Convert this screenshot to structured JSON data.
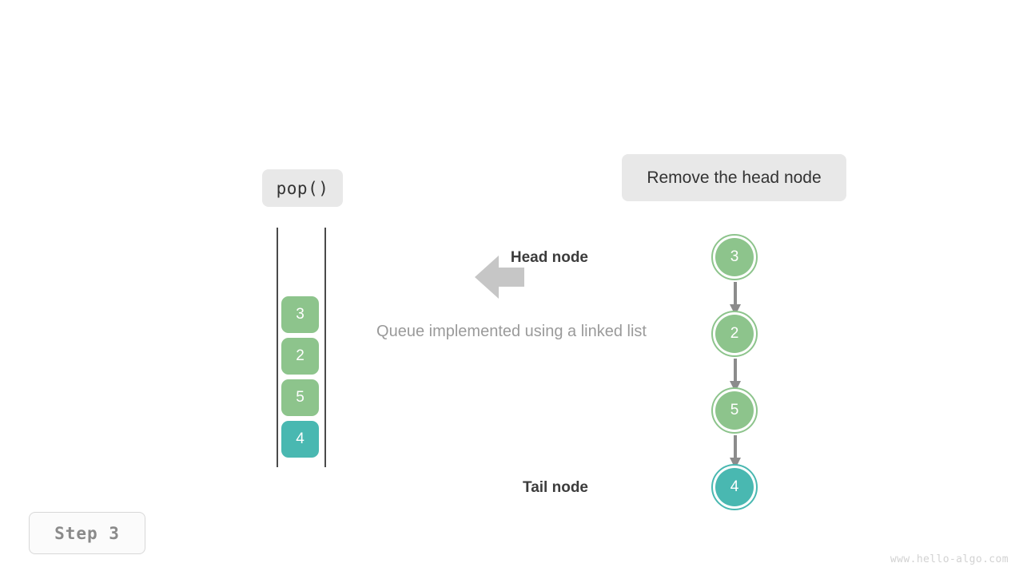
{
  "operation": {
    "call_label": "pop()",
    "description": "Remove the head node"
  },
  "caption": "Queue implemented using a linked list",
  "step_badge": "Step  3",
  "watermark": "www.hello-algo.com",
  "colors": {
    "green": "#8dc48c",
    "teal": "#49b8b1",
    "chip_bg": "#e8e8e8",
    "rail": "#4a4a4a",
    "arrow_gray": "#c6c6c6",
    "link_gray": "#8c8c8c"
  },
  "queue": {
    "cells": [
      {
        "value": "3",
        "color": "#8dc48c"
      },
      {
        "value": "2",
        "color": "#8dc48c"
      },
      {
        "value": "5",
        "color": "#8dc48c"
      },
      {
        "value": "4",
        "color": "#49b8b1"
      }
    ]
  },
  "linked_list": {
    "head_label": "Head node",
    "tail_label": "Tail node",
    "nodes": [
      {
        "value": "3",
        "color": "#8dc48c"
      },
      {
        "value": "2",
        "color": "#8dc48c"
      },
      {
        "value": "5",
        "color": "#8dc48c"
      },
      {
        "value": "4",
        "color": "#49b8b1"
      }
    ]
  },
  "icons": {
    "flow_arrow": "left-block-arrow-icon",
    "link_arrow": "down-arrow-icon"
  }
}
